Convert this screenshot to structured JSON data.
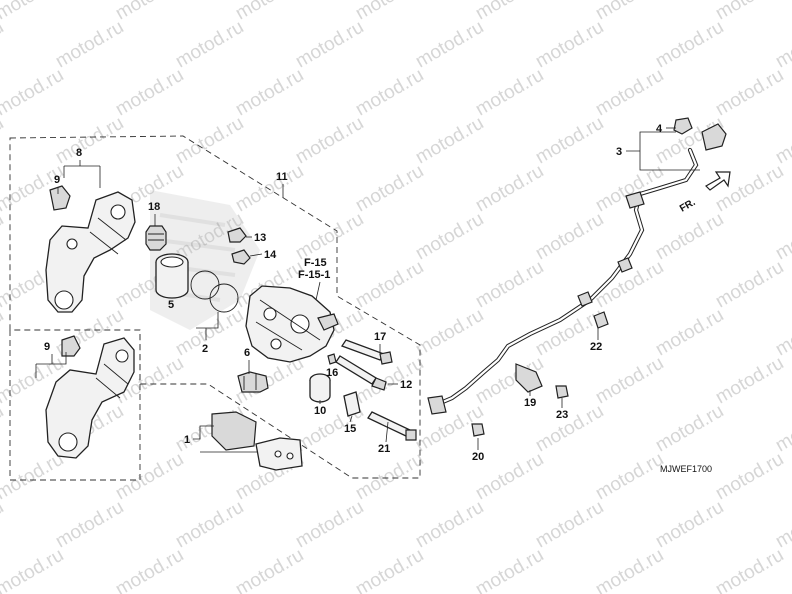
{
  "diagram": {
    "code": "MJWEF1700",
    "front_marker": "FR.",
    "watermark": "motod.ru",
    "references": [
      "F-15",
      "F-15-1"
    ],
    "callouts": [
      {
        "id": "c1",
        "label": "1"
      },
      {
        "id": "c2",
        "label": "2"
      },
      {
        "id": "c3",
        "label": "3"
      },
      {
        "id": "c4",
        "label": "4"
      },
      {
        "id": "c5",
        "label": "5"
      },
      {
        "id": "c6",
        "label": "6"
      },
      {
        "id": "c8",
        "label": "8"
      },
      {
        "id": "c9a",
        "label": "9"
      },
      {
        "id": "c9b",
        "label": "9"
      },
      {
        "id": "c10",
        "label": "10"
      },
      {
        "id": "c11",
        "label": "11"
      },
      {
        "id": "c12",
        "label": "12"
      },
      {
        "id": "c13",
        "label": "13"
      },
      {
        "id": "c14",
        "label": "14"
      },
      {
        "id": "c15",
        "label": "15"
      },
      {
        "id": "c16",
        "label": "16"
      },
      {
        "id": "c17",
        "label": "17"
      },
      {
        "id": "c18",
        "label": "18"
      },
      {
        "id": "c19",
        "label": "19"
      },
      {
        "id": "c20",
        "label": "20"
      },
      {
        "id": "c21",
        "label": "21"
      },
      {
        "id": "c22",
        "label": "22"
      },
      {
        "id": "c23",
        "label": "23"
      }
    ]
  }
}
